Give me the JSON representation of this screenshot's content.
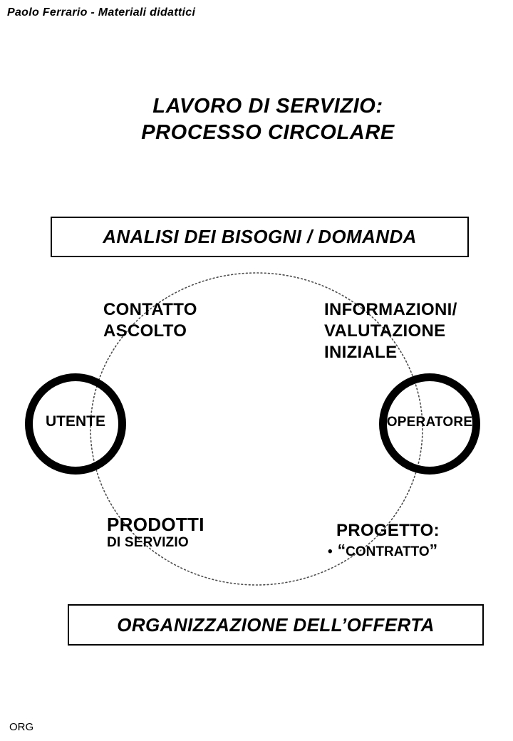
{
  "meta": {
    "header": "Paolo Ferrario - Materiali didattici",
    "footer": "ORG"
  },
  "title": {
    "line1": "LAVORO DI SERVIZIO:",
    "line2": "PROCESSO CIRCOLARE"
  },
  "top_box": {
    "label": "ANALISI DEI BISOGNI / DOMANDA"
  },
  "bottom_box": {
    "label": "ORGANIZZAZIONE DELL’OFFERTA"
  },
  "diagram": {
    "phase_top_left": {
      "line1": "CONTATTO",
      "line2": "ASCOLTO"
    },
    "phase_top_right": {
      "line1": "INFORMAZIONI/",
      "line2": "VALUTAZIONE",
      "line3": "INIZIALE"
    },
    "phase_bottom_left": {
      "main": "PRODOTTI",
      "sub": "DI SERVIZIO"
    },
    "phase_bottom_right": {
      "main": "PROGETTO:",
      "bullet_char": "•",
      "quote_open": "“",
      "bullet_text": "CONTRATTO",
      "quote_close": "”"
    },
    "node_left": {
      "label": "UTENTE"
    },
    "node_right": {
      "label": "OPERATORE"
    }
  },
  "colors": {
    "background": "#ffffff",
    "text": "#000000",
    "ring": "#000000",
    "box_border": "#000000",
    "dotted_circle": "#4d4d4d"
  }
}
